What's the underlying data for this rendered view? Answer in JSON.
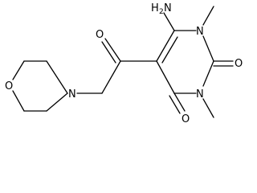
{
  "molecule": {
    "atoms": {
      "morpholine_oxygen": "O",
      "morpholine_nitrogen": "N",
      "ketone_oxygen": "O",
      "amine_element": "H",
      "amine_subscript": "2",
      "amine_nitrogen": "N",
      "ring_nitrogen_1": "N",
      "ring_nitrogen_3": "N",
      "carbonyl_oxygen_2": "O",
      "carbonyl_oxygen_4": "O"
    }
  },
  "colors": {
    "bond": "#000000",
    "label": "#000000",
    "background": "#ffffff"
  }
}
